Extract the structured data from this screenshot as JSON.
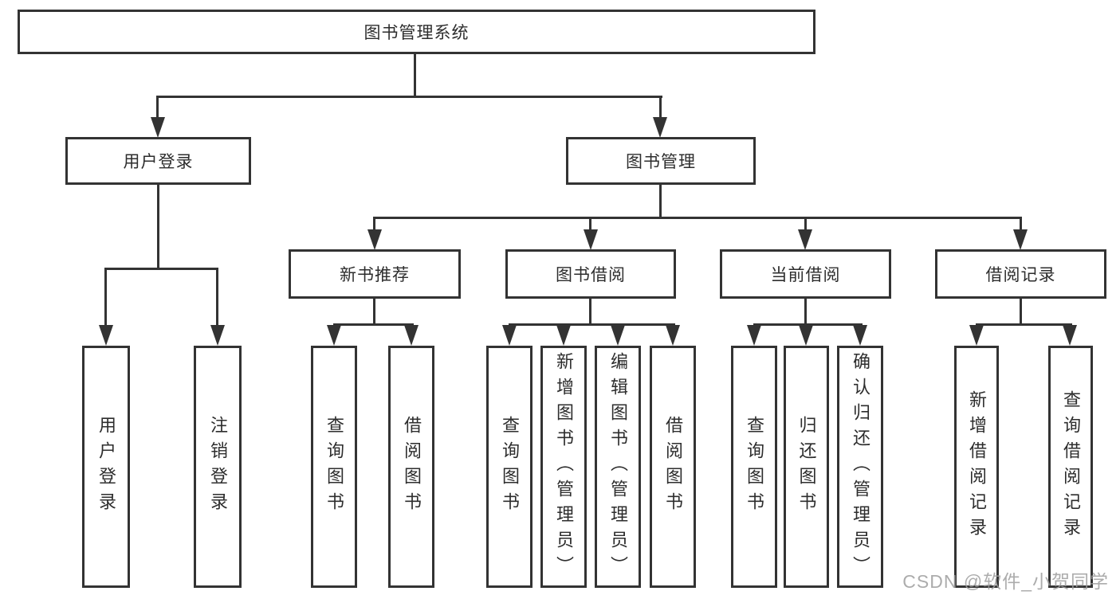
{
  "diagram": {
    "root": {
      "label": "图书管理系统"
    },
    "level2": [
      {
        "label": "用户登录"
      },
      {
        "label": "图书管理"
      }
    ],
    "level3": [
      {
        "label": "新书推荐"
      },
      {
        "label": "图书借阅"
      },
      {
        "label": "当前借阅"
      },
      {
        "label": "借阅记录"
      }
    ],
    "leaves": [
      {
        "label": "用户登录"
      },
      {
        "label": "注销登录"
      },
      {
        "label": "查询图书"
      },
      {
        "label": "借阅图书"
      },
      {
        "label": "查询图书"
      },
      {
        "label": "新增图书（管理员）"
      },
      {
        "label": "编辑图书（管理员）"
      },
      {
        "label": "借阅图书"
      },
      {
        "label": "查询图书"
      },
      {
        "label": "归还图书"
      },
      {
        "label": "确认归还（管理员）"
      },
      {
        "label": "新增借阅记录"
      },
      {
        "label": "查询借阅记录"
      }
    ],
    "watermark": "CSDN @软件_小贺同学",
    "colors": {
      "line": "#333333",
      "background": "#ffffff",
      "watermark": "#9e9e9e"
    }
  }
}
